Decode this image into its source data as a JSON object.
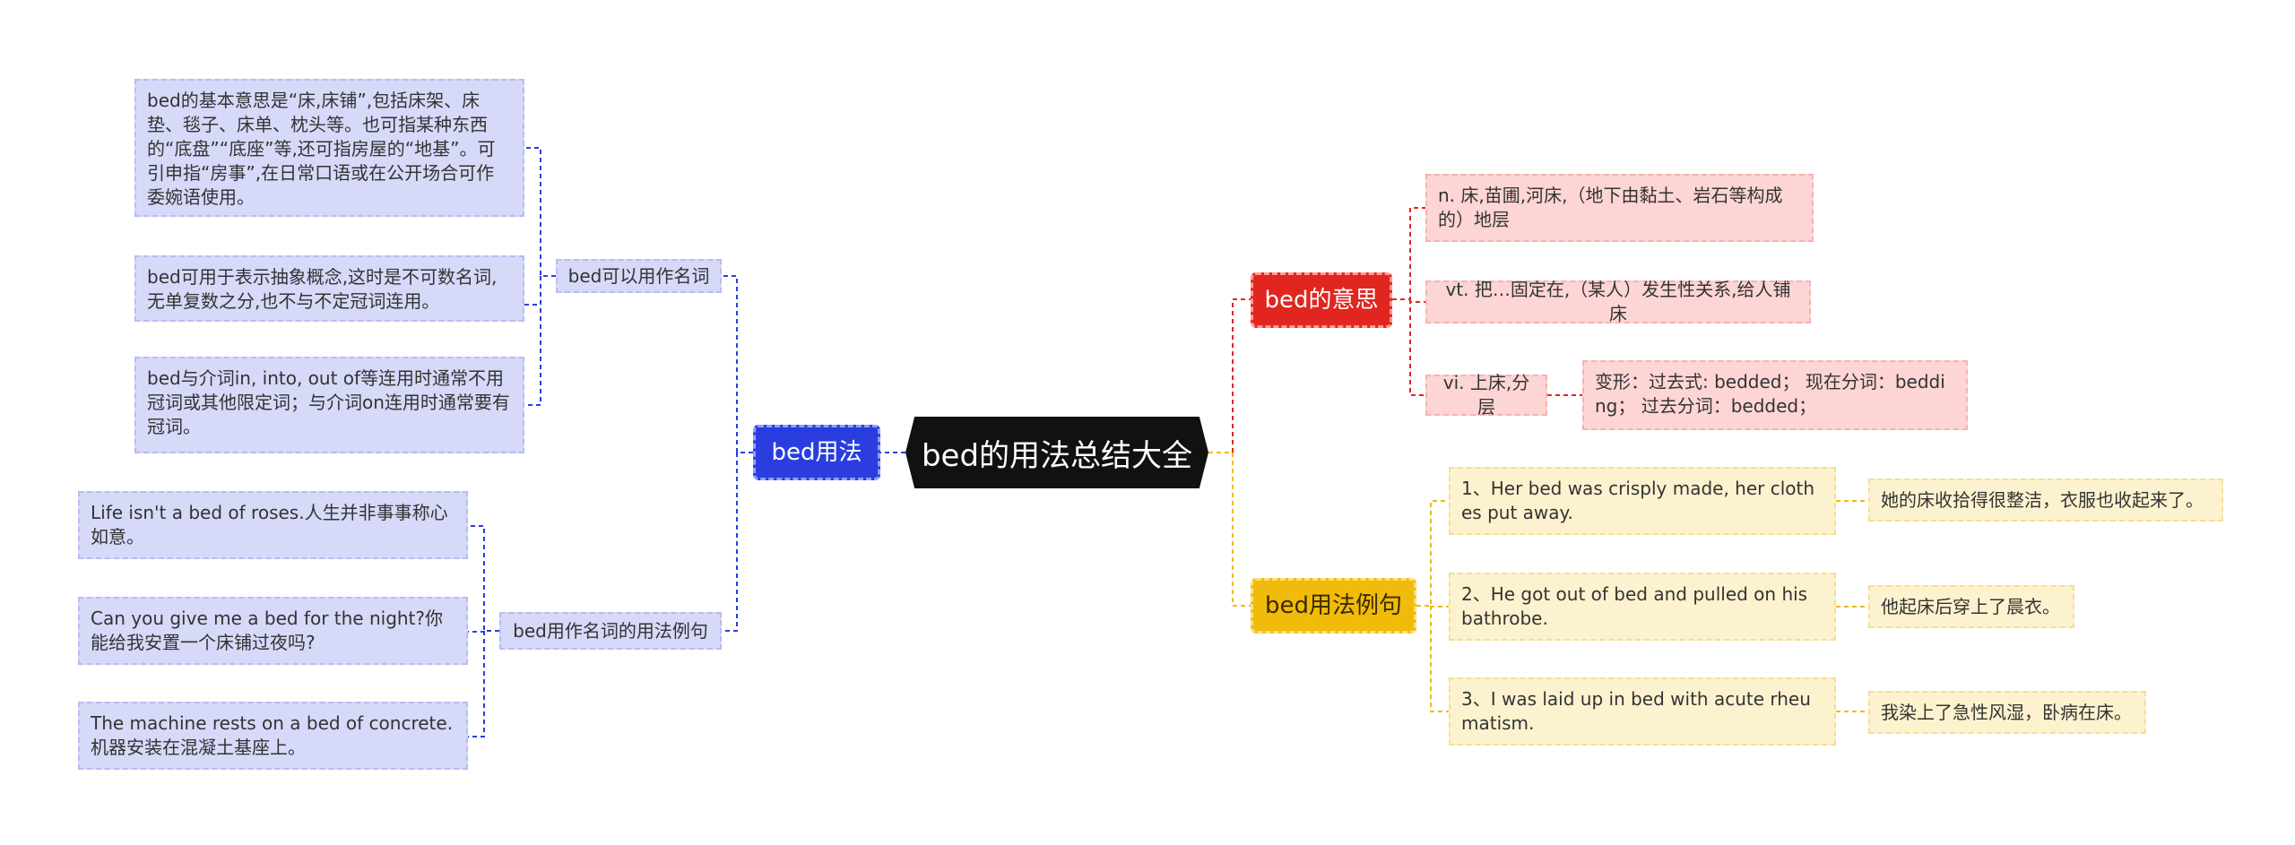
{
  "root": {
    "title": "bed的用法总结大全"
  },
  "usage": {
    "label": "bed用法",
    "noun_group": {
      "label": "bed可以用作名词",
      "items": [
        "bed的基本意思是“床,床铺”,包括床架、床垫、毯子、床单、枕头等。也可指某种东西的“底盘”“底座”等,还可指房屋的“地基”。可引申指“房事”,在日常口语或在公开场合可作委婉语使用。",
        "bed可用于表示抽象概念,这时是不可数名词,无单复数之分,也不与不定冠词连用。",
        "bed与介词in, into, out of等连用时通常不用冠词或其他限定词；与介词on连用时通常要有冠词。"
      ]
    },
    "examples_group": {
      "label": "bed用作名词的用法例句",
      "items": [
        "Life isn't a bed of roses.人生并非事事称心如意。",
        "Can you give me a bed for the night?你能给我安置一个床铺过夜吗?",
        "The machine rests on a bed of concrete.机器安装在混凝土基座上。"
      ]
    }
  },
  "meaning": {
    "label": "bed的意思",
    "items": [
      "n. 床,苗圃,河床,（地下由黏土、岩石等构成的）地层",
      "vt. 把…固定在,（某人）发生性关系,给人铺床",
      "vi. 上床,分层"
    ],
    "forms": "变形：过去式: bedded；  现在分词：bedding；  过去分词：bedded；"
  },
  "sentences": {
    "label": "bed用法例句",
    "items": [
      {
        "en": "1、Her bed was crisply made, her clothes put away.",
        "zh": "她的床收拾得很整洁，衣服也收起来了。"
      },
      {
        "en": "2、He got out of bed and pulled on his bathrobe.",
        "zh": "他起床后穿上了晨衣。"
      },
      {
        "en": "3、I was laid up in bed with acute rheumatism.",
        "zh": "我染上了急性风湿，卧病在床。"
      }
    ]
  },
  "colors": {
    "blue": "#2a3ee0",
    "red": "#e0261f",
    "yellow": "#f0bb0a",
    "root": "#111111"
  }
}
